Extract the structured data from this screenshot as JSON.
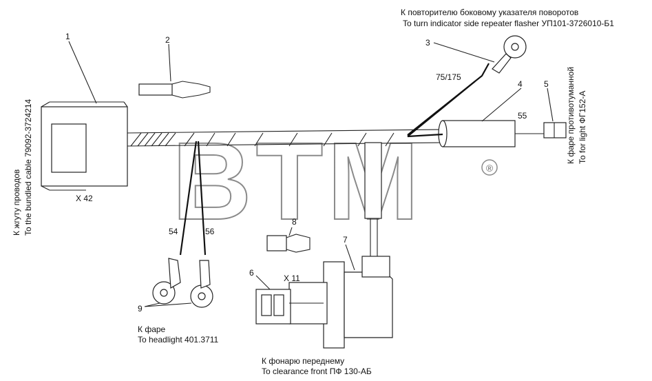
{
  "watermark": {
    "text": "BTM",
    "registered_mark": "®"
  },
  "callouts": {
    "n1": "1",
    "n2": "2",
    "n3": "3",
    "n4": "4",
    "n5": "5",
    "n6": "6",
    "n7": "7",
    "n8": "8",
    "n9": "9"
  },
  "wires": {
    "w54": "54",
    "w56": "56",
    "w55": "55",
    "w75_175": "75/175"
  },
  "connectors": {
    "x42": "X 42",
    "x11": "X 11"
  },
  "labels": {
    "repeater_ru": "К  повторителю боковому указателя поворотов",
    "repeater_en": "To turn indicator side repeater flasher УП101-3726010-Б1",
    "foglight_ru": "К фаре противотуманной",
    "foglight_en": "To for light ФГ152-А",
    "bundle_ru": "К жгуту проводов",
    "bundle_en": "To the bundled cable 79092-3724214",
    "headlight_ru": "К фаре",
    "headlight_en": "To headlight 401.3711",
    "clearance_ru": "К фонарю переднему",
    "clearance_en": "To clearance front ПФ 130-АБ"
  }
}
